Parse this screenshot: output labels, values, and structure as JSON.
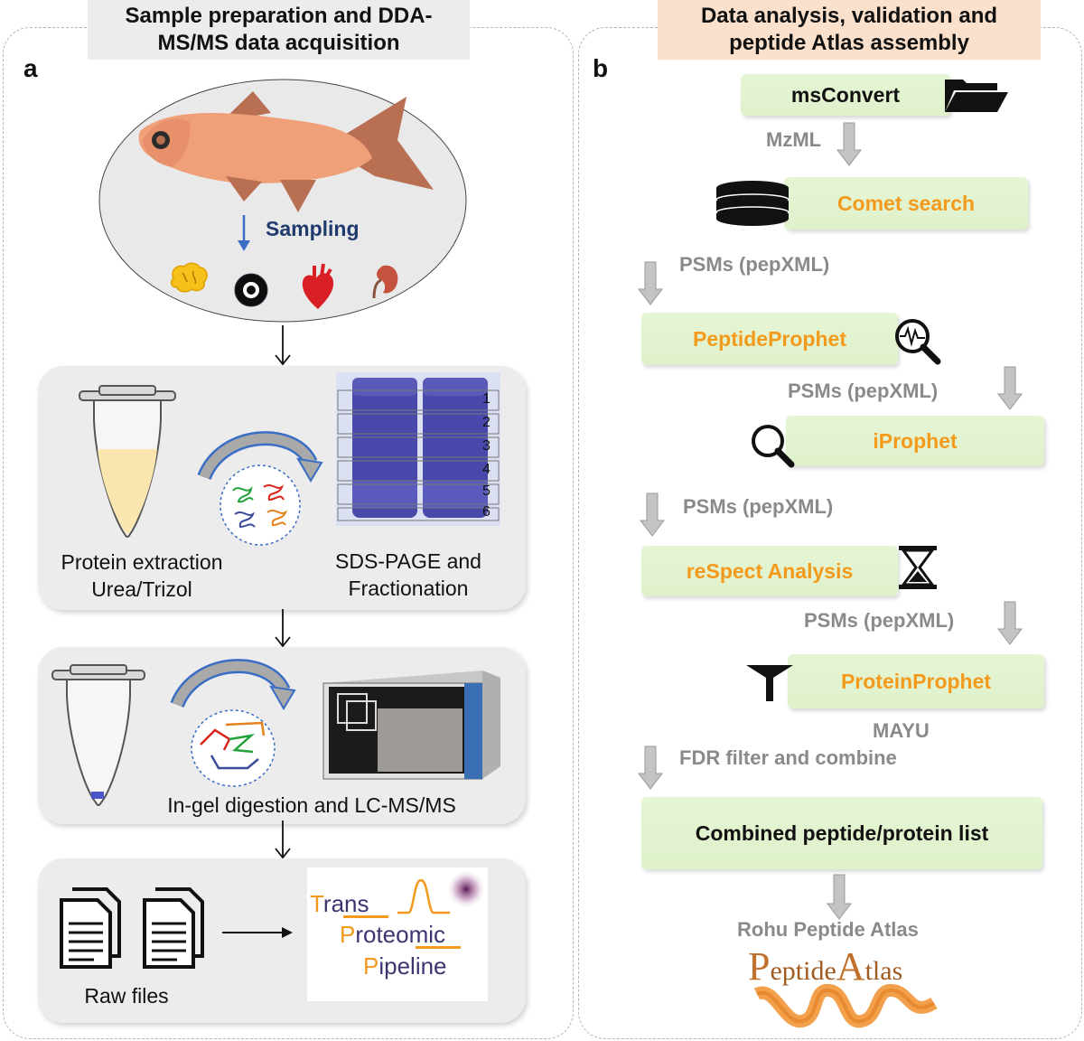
{
  "panel_a": {
    "label": "a",
    "header": [
      "Sample preparation and DDA-",
      "MS/MS data acquisition"
    ],
    "sampling": "Sampling",
    "extraction": [
      "Protein extraction",
      "Urea/Trizol"
    ],
    "sds": [
      "SDS-PAGE and",
      "Fractionation"
    ],
    "fractions": [
      "1",
      "2",
      "3",
      "4",
      "5",
      "6"
    ],
    "digestion": "In-gel digestion and LC-MS/MS",
    "raw": "Raw files",
    "tpp": {
      "l1a": "T",
      "l1b": "rans",
      "l2a": "P",
      "l2b": "roteomic",
      "l3a": "P",
      "l3b": "ipeline"
    }
  },
  "panel_b": {
    "label": "b",
    "header": [
      "Data analysis, validation and",
      "peptide Atlas assembly"
    ],
    "steps": {
      "msconvert": "msConvert",
      "comet": "Comet search",
      "peptideprophet": "PeptideProphet",
      "iprophet": "iProphet",
      "respect": "reSpect Analysis",
      "proteinprophet": "ProteinProphet",
      "combined": "Combined peptide/protein list"
    },
    "labels": {
      "mzml": "MzML",
      "psms1": "PSMs (pepXML)",
      "psms2": "PSMs (pepXML)",
      "psms3": "PSMs (pepXML)",
      "psms4": "PSMs (pepXML)",
      "mayu": "MAYU",
      "fdr": "FDR filter and combine",
      "atlas": "Rohu Peptide Atlas"
    },
    "logo": {
      "p": "P",
      "eptide": "eptide",
      "a": "A",
      "tlas": "tlas"
    }
  },
  "colors": {
    "orange": "#f39a1c",
    "green_box": "#e2f3cf",
    "grey_arrow": "#b3b3b3",
    "header_a_bg": "#ececec",
    "header_b_bg": "#fbe0cc"
  }
}
